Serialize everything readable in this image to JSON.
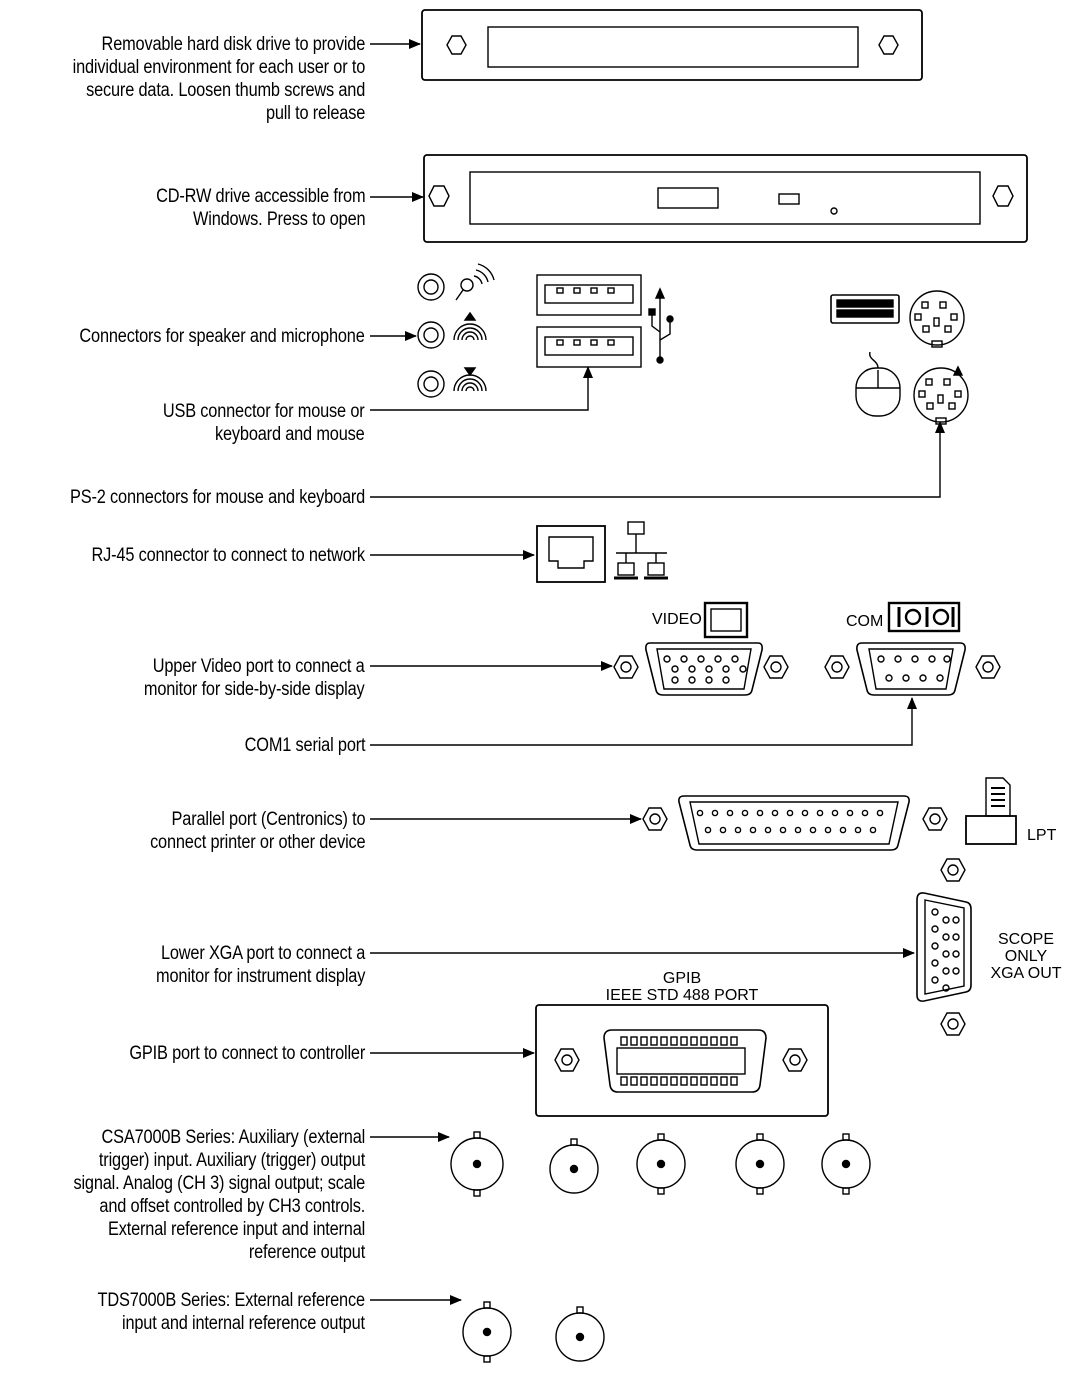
{
  "callouts": {
    "hdd": "Removable hard disk drive to provide\nindividual environment for each user or to\nsecure data. Loosen thumb screws and\npull to release",
    "cdrw": "CD-RW drive accessible from\nWindows. Press to open",
    "audio": "Connectors for speaker and microphone",
    "usb": "USB connector for mouse or\nkeyboard and mouse",
    "ps2": "PS-2 connectors for mouse and keyboard",
    "rj45": "RJ-45 connector to connect to network",
    "video": "Upper Video port to connect a\nmonitor for side-by-side display",
    "com1": "COM1 serial port",
    "parallel": "Parallel port (Centronics) to\nconnect printer or other device",
    "xga": "Lower XGA port to connect a\nmonitor for instrument display",
    "gpib": "GPIB port to connect to controller",
    "csa": "CSA7000B Series: Auxiliary (external\ntrigger) input. Auxiliary (trigger) output\nsignal. Analog (CH 3) signal output; scale\nand offset controlled by CH3 controls.\nExternal reference input and internal\nreference output",
    "tds": "TDS7000B Series: External reference\ninput and internal reference output"
  },
  "device_labels": {
    "video": "VIDEO",
    "com": "COM",
    "lpt": "LPT",
    "scope_xga": "SCOPE ONLY\nXGA OUT",
    "gpib_title": "GPIB\nIEEE STD 488 PORT"
  },
  "icons": [
    "hard-disk-drive",
    "cd-rw-drive",
    "microphone-icon",
    "speaker-icon",
    "usb-icon",
    "keyboard-icon",
    "mouse-icon",
    "network-icon",
    "monitor-icon",
    "serial-icon",
    "printer-icon",
    "bnc-connector"
  ]
}
